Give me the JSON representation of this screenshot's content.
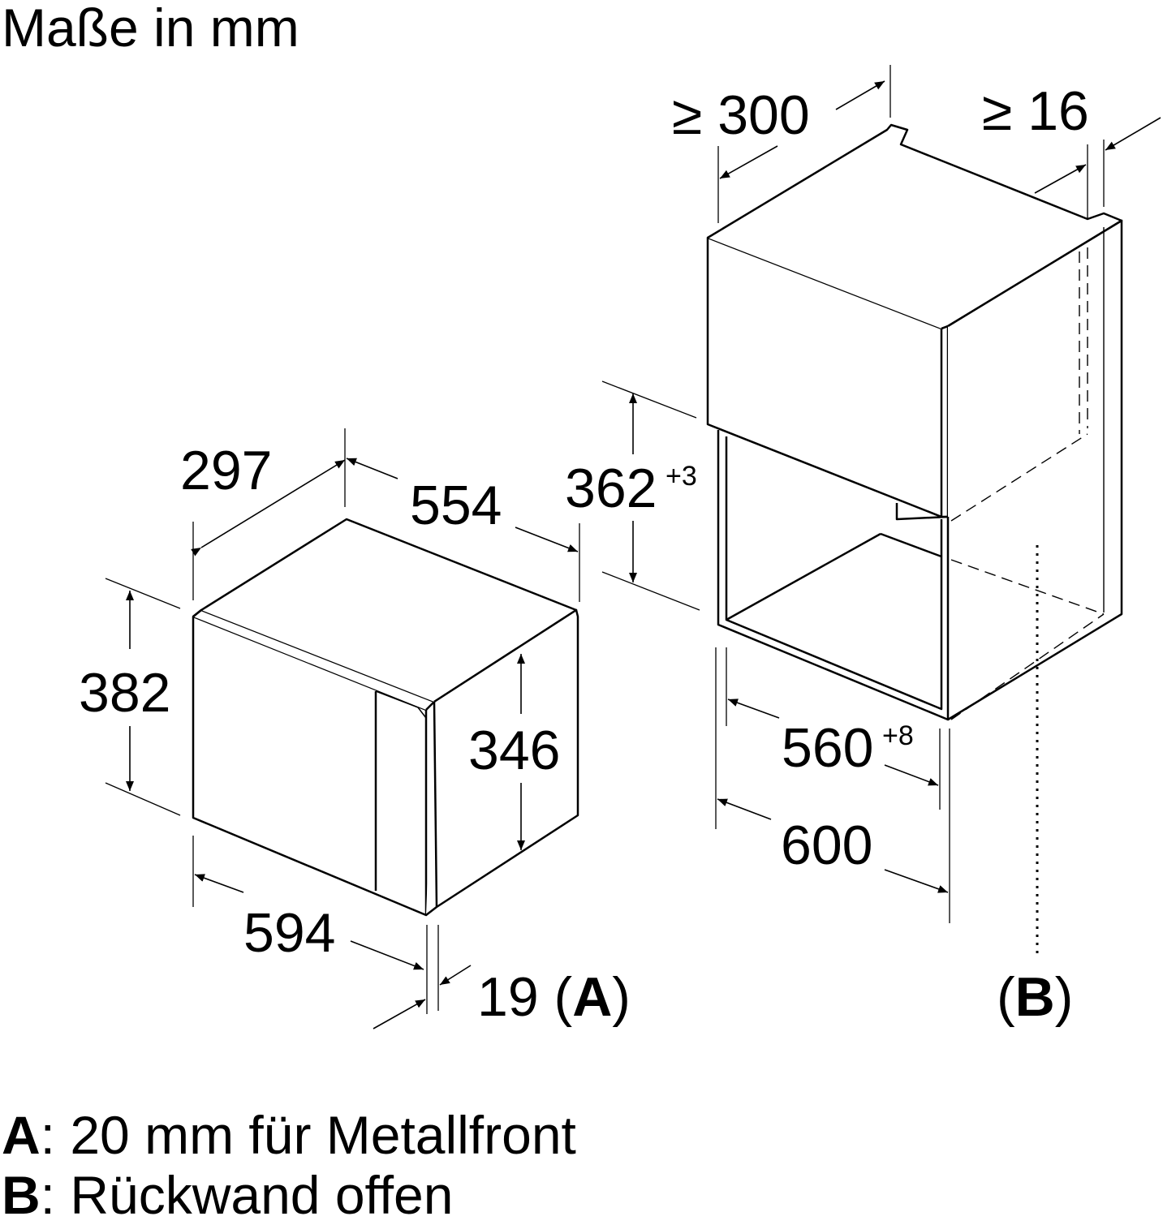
{
  "title": "Maße in mm",
  "appliance": {
    "width_top": "297",
    "depth": "554",
    "height": "382",
    "door_height": "346",
    "width_front": "594",
    "front_offset": "19",
    "front_offset_note": "A"
  },
  "niche": {
    "top_depth_prefix": "≥",
    "top_depth": "300",
    "rear_gap_prefix": "≥",
    "rear_gap": "16",
    "height": "362",
    "height_tolerance": "+3",
    "inner_width": "560",
    "inner_width_tolerance": "+8",
    "outer_width": "600",
    "rear_note": "B"
  },
  "legend": [
    {
      "key": "A",
      "separator": ":",
      "text": " 20 mm für Metallfront"
    },
    {
      "key": "B",
      "separator": ":",
      "text": " Rückwand offen"
    }
  ],
  "colors": {
    "line": "#000000",
    "background": "#ffffff"
  }
}
